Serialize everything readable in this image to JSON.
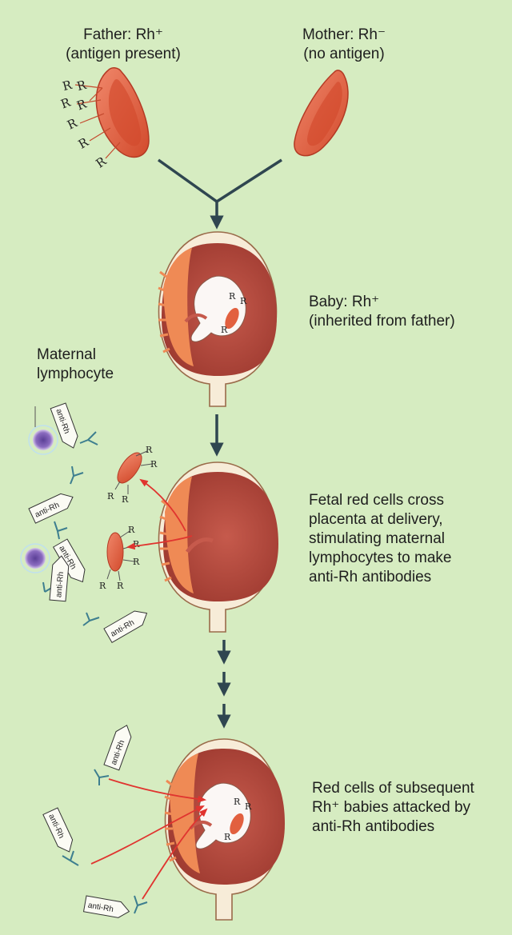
{
  "colors": {
    "background": "#d6ecc1",
    "arrow": "#2f4650",
    "red_cell": "#e2603f",
    "uterus_wall": "#f7ecd8",
    "uterus_inner": "#b5463a",
    "placenta": "#ef8a55",
    "lymphocyte": "#7f5fb4",
    "attack_arrow": "#e0342f"
  },
  "antigen_glyph": "R",
  "father": {
    "line1": "Father: Rh⁺",
    "line2": "(antigen present)"
  },
  "mother": {
    "line1": "Mother: Rh⁻",
    "line2": "(no antigen)"
  },
  "baby": {
    "line1": "Baby: Rh⁺",
    "line2": "(inherited from father)"
  },
  "lymphocyte_label": {
    "line1": "Maternal",
    "line2": "lymphocyte"
  },
  "crossing": {
    "line1": "Fetal red cells cross",
    "line2": "placenta at delivery,",
    "line3": "stimulating maternal",
    "line4": "lymphocytes to make",
    "line5": "anti-Rh antibodies"
  },
  "subsequent": {
    "line1": "Red cells of subsequent",
    "line2": "Rh⁺ babies attacked by",
    "line3": "anti-Rh antibodies"
  },
  "antibody_tag": "anti-Rh"
}
